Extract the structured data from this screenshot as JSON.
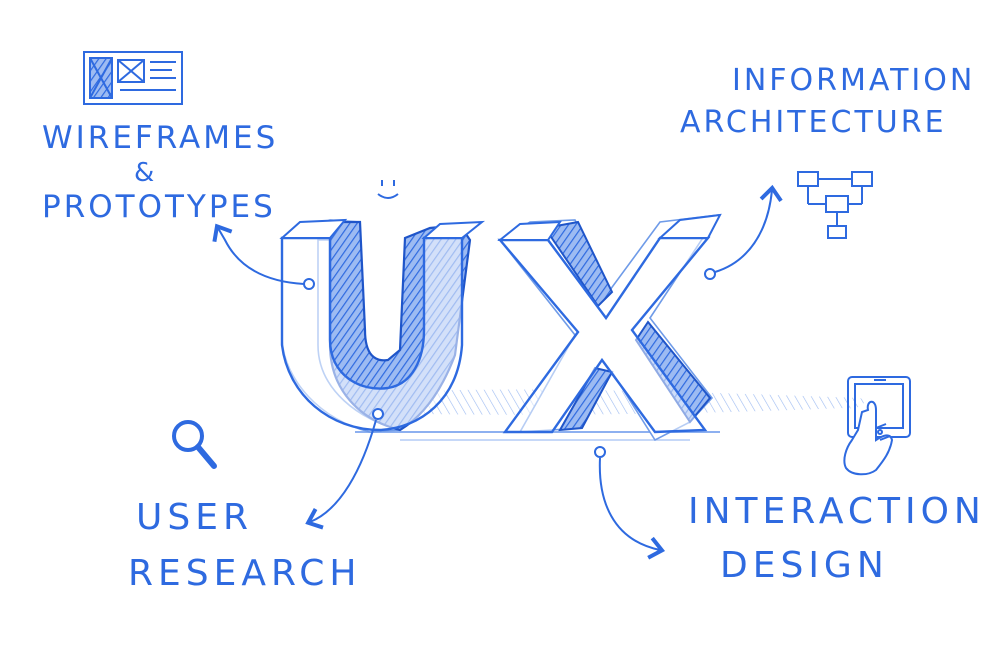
{
  "title": "UX",
  "labels": {
    "wireframes_prototypes": {
      "line1": "WIREFRAMES",
      "line2": "&",
      "line3": "PROTOTYPES"
    },
    "information_architecture": {
      "line1": "INFORMATION",
      "line2": "ARCHITECTURE"
    },
    "user_research": {
      "line1": "USER",
      "line2": "RESEARCH"
    },
    "interaction_design": {
      "line1": "INTERACTION",
      "line2": "DESIGN"
    }
  },
  "icons": [
    "wireframe-icon",
    "sitemap-icon",
    "magnifier-icon",
    "tablet-hand-icon",
    "smiley-icon"
  ],
  "colors": {
    "ink": "#2e6ae0",
    "ink_dark": "#1f55c9",
    "ink_light": "#8db0f0",
    "background": "#ffffff"
  }
}
